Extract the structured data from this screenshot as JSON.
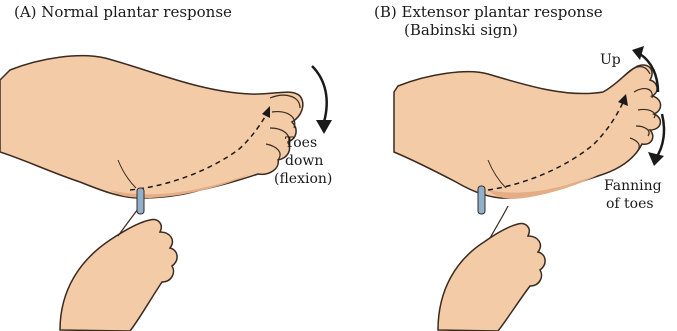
{
  "panels": [
    {
      "title": "(A) Normal plantar response",
      "labels": [
        "Toes",
        "down",
        "(flexion)"
      ]
    },
    {
      "title_line1": "(B) Extensor plantar response",
      "title_line2": "(Babinski sign)",
      "label_up": "Up",
      "labels_fanning": [
        "Fanning",
        "of toes"
      ]
    }
  ],
  "colors": {
    "skin": "#f3cba6",
    "skin_shadow": "#e4ad86",
    "outline": "#3a2a20",
    "instrument": "#8fb0cc"
  }
}
